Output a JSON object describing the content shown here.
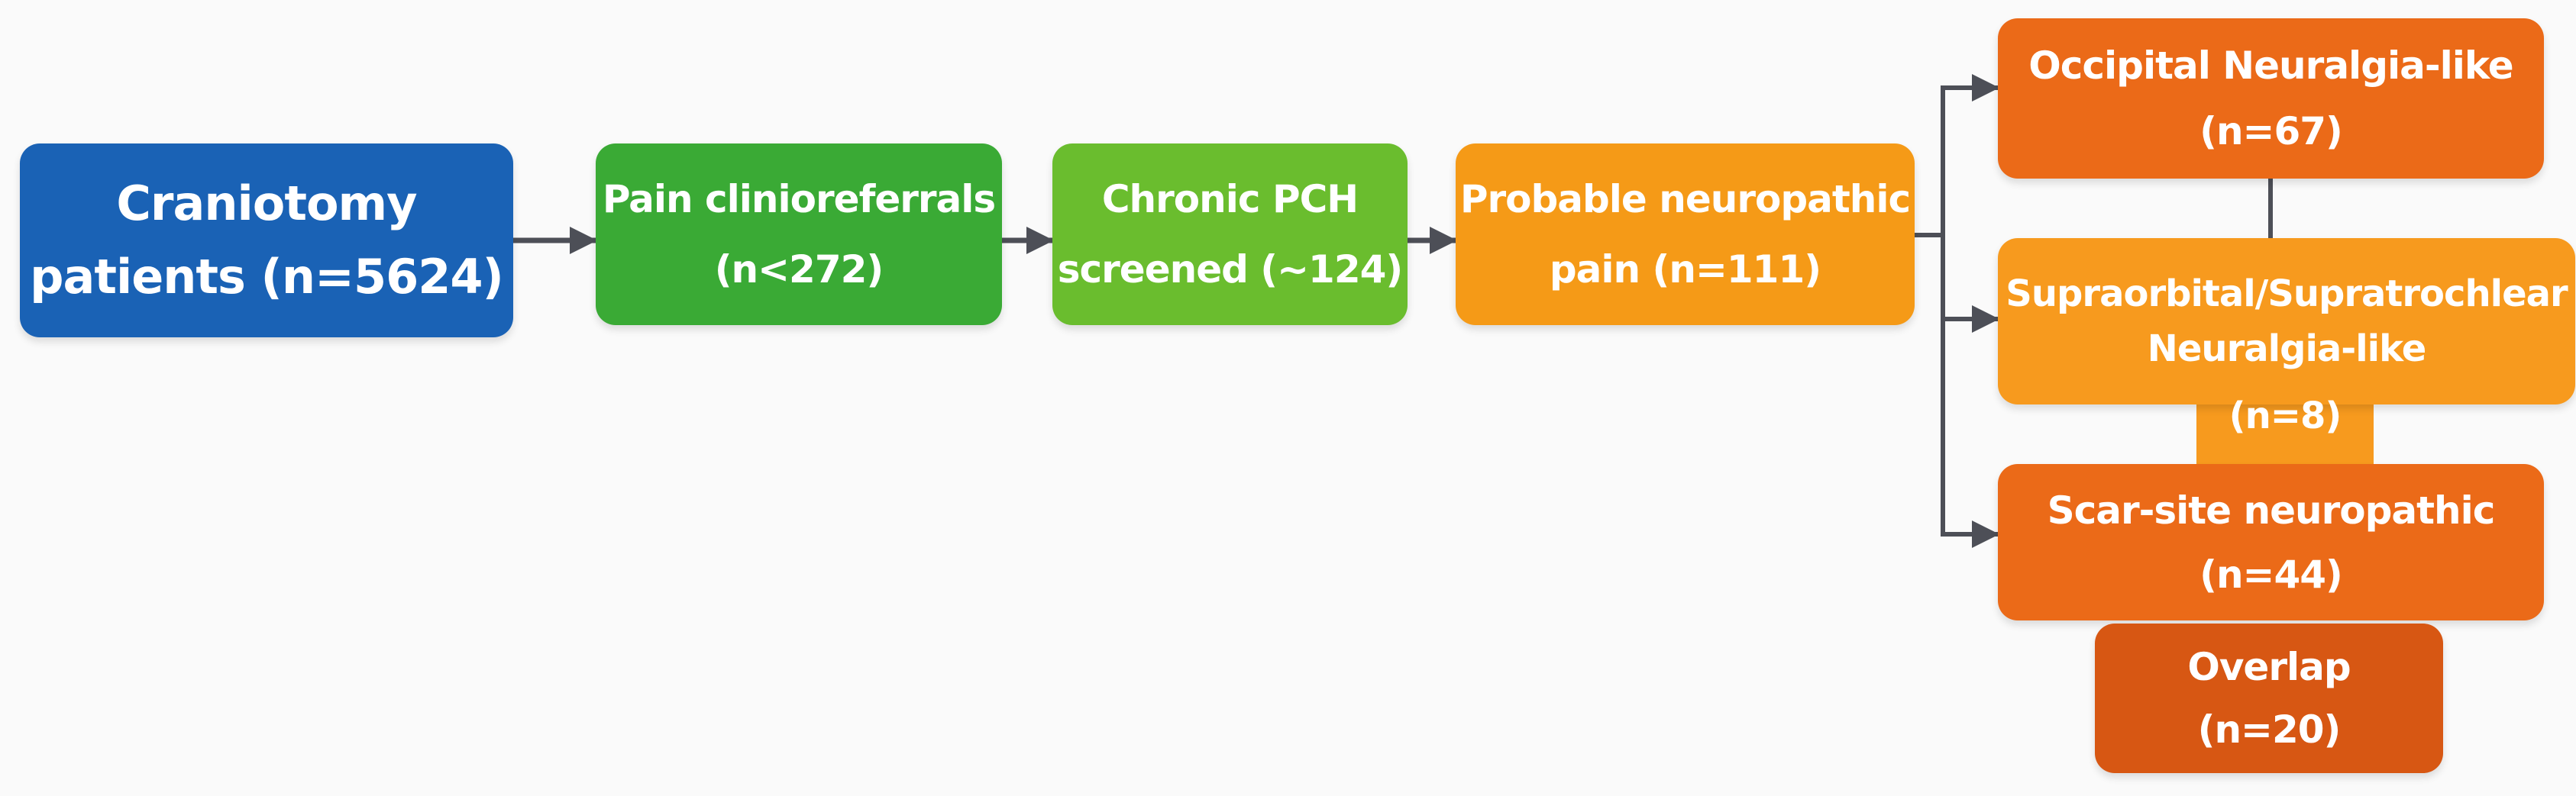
{
  "colors": {
    "blue": "#1a62b5",
    "green": "#3aaa35",
    "light_green": "#6abd2e",
    "orange": "#f59a17",
    "dark_orange": "#eb6a18",
    "mid_orange": "#f79a1e",
    "overlap": "#d75713",
    "connector": "#4d4f57"
  },
  "nodes": {
    "craniotomy": {
      "line1": "Craniotomy",
      "line2": "patients (n=5624)"
    },
    "pain_referrals": {
      "line1": "Pain clinioreferrals",
      "line2": "(n<272)"
    },
    "chronic_pch": {
      "line1": "Chronic PCH",
      "line2": "screened (~124)"
    },
    "probable_neuropathic": {
      "line1": "Probable neuropathic",
      "line2": "pain (n=111)"
    },
    "occipital": {
      "line1": "Occipital Neuralgia-like",
      "line2": "(n=67)"
    },
    "supraorbital": {
      "line1": "Supraorbital/Supratrochlear",
      "line2": "Neuralgia-like",
      "line3": "(n=8)"
    },
    "scar_site": {
      "line1": "Scar-site neuropathic",
      "line2": "(n=44)"
    },
    "overlap": {
      "line1": "Overlap",
      "line2": "(n=20)"
    }
  }
}
